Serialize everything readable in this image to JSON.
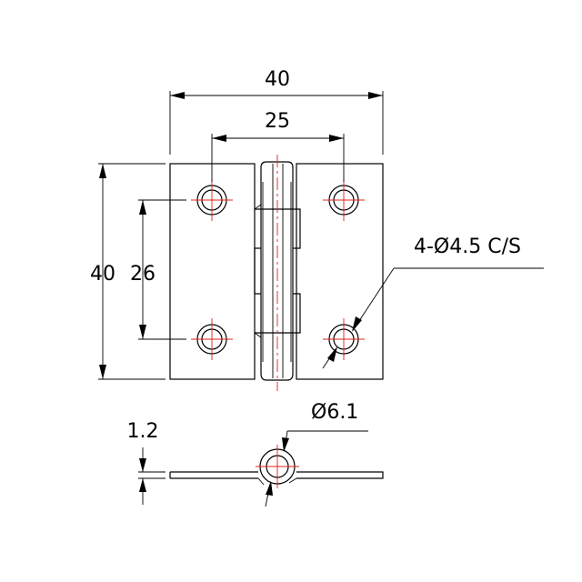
{
  "dimensions": {
    "overall_width": "40",
    "hole_spacing_horizontal": "25",
    "overall_height": "40",
    "hole_spacing_vertical": "26",
    "hole_callout": "4-Ø4.5 C/S",
    "knuckle_diameter": "Ø6.1",
    "leaf_thickness": "1.2"
  },
  "colors": {
    "outline": "#000000",
    "centerline": "#e0201b"
  }
}
